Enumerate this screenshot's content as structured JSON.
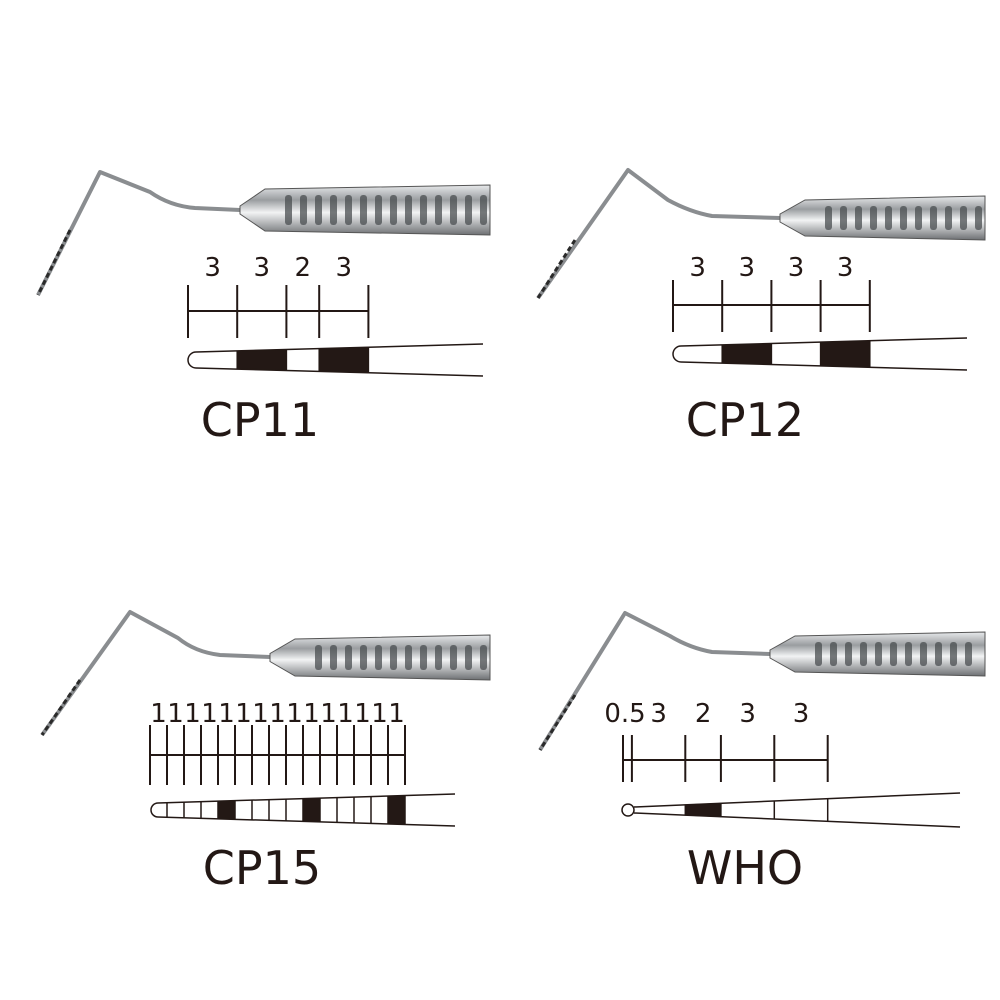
{
  "probes": [
    {
      "name": "CP11",
      "segments_mm": [
        "3",
        "3",
        "2",
        "3"
      ],
      "black_bands": [
        1,
        3
      ]
    },
    {
      "name": "CP12",
      "segments_mm": [
        "3",
        "3",
        "3",
        "3"
      ],
      "black_bands": [
        1,
        3
      ]
    },
    {
      "name": "CP15",
      "segments_mm": [
        "1",
        "1",
        "1",
        "1",
        "1",
        "1",
        "1",
        "1",
        "1",
        "1",
        "1",
        "1",
        "1",
        "1",
        "1"
      ],
      "black_bands": [
        4,
        9,
        14
      ]
    },
    {
      "name": "WHO",
      "segments_mm": [
        "0.5",
        "3",
        "2",
        "3",
        "3"
      ],
      "black_bands": [
        2
      ],
      "ball_tip": true
    }
  ],
  "colors": {
    "ink": "#231815",
    "steel": "#b9bcbf",
    "steel_dark": "#6d7073"
  }
}
